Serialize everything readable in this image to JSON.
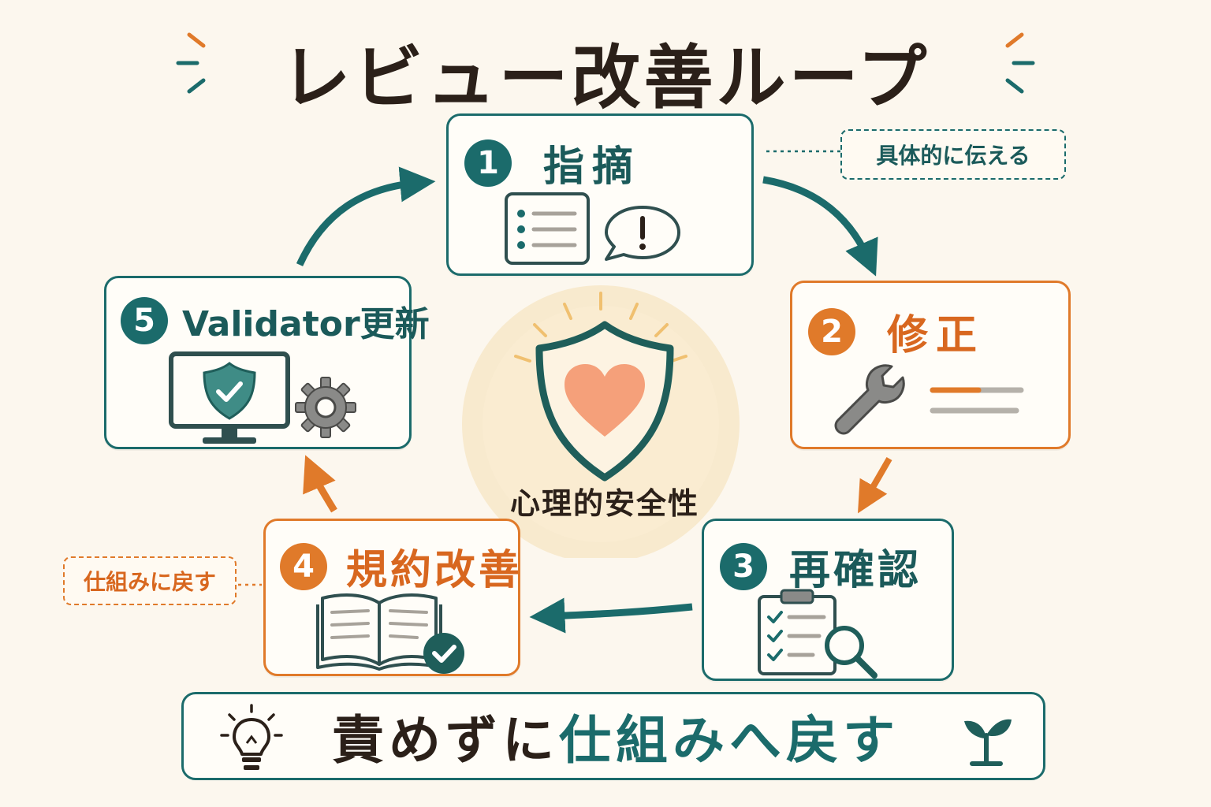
{
  "title": "レビュー改善ループ",
  "colors": {
    "teal": "#1b6b6b",
    "orange": "#e07a2a",
    "dark": "#2b2019",
    "background": "#fcf7ee",
    "heart": "#f5a07a",
    "glow": "#f7e7c8"
  },
  "steps": [
    {
      "number": "1",
      "label": "指摘",
      "accent": "teal",
      "icons": [
        "checklist-card-icon",
        "exclamation-bubble-icon"
      ]
    },
    {
      "number": "2",
      "label": "修正",
      "accent": "orange",
      "icons": [
        "wrench-icon",
        "progress-lines-icon"
      ]
    },
    {
      "number": "3",
      "label": "再確認",
      "accent": "teal",
      "icons": [
        "clipboard-check-icon",
        "magnifier-icon"
      ]
    },
    {
      "number": "4",
      "label": "規約改善",
      "accent": "orange",
      "icons": [
        "open-book-icon",
        "check-badge-icon"
      ]
    },
    {
      "number": "5",
      "label": "Validator更新",
      "accent": "teal",
      "icons": [
        "monitor-shield-icon",
        "gear-icon"
      ]
    }
  ],
  "notes": {
    "step1": "具体的に伝える",
    "step4": "仕組みに戻す"
  },
  "center": {
    "label": "心理的安全性",
    "icon": "shield-heart-icon"
  },
  "banner": {
    "part1": "責めずに",
    "part2": "仕組みへ戻す",
    "left_icon": "lightbulb-icon",
    "right_icon": "sprout-icon"
  }
}
